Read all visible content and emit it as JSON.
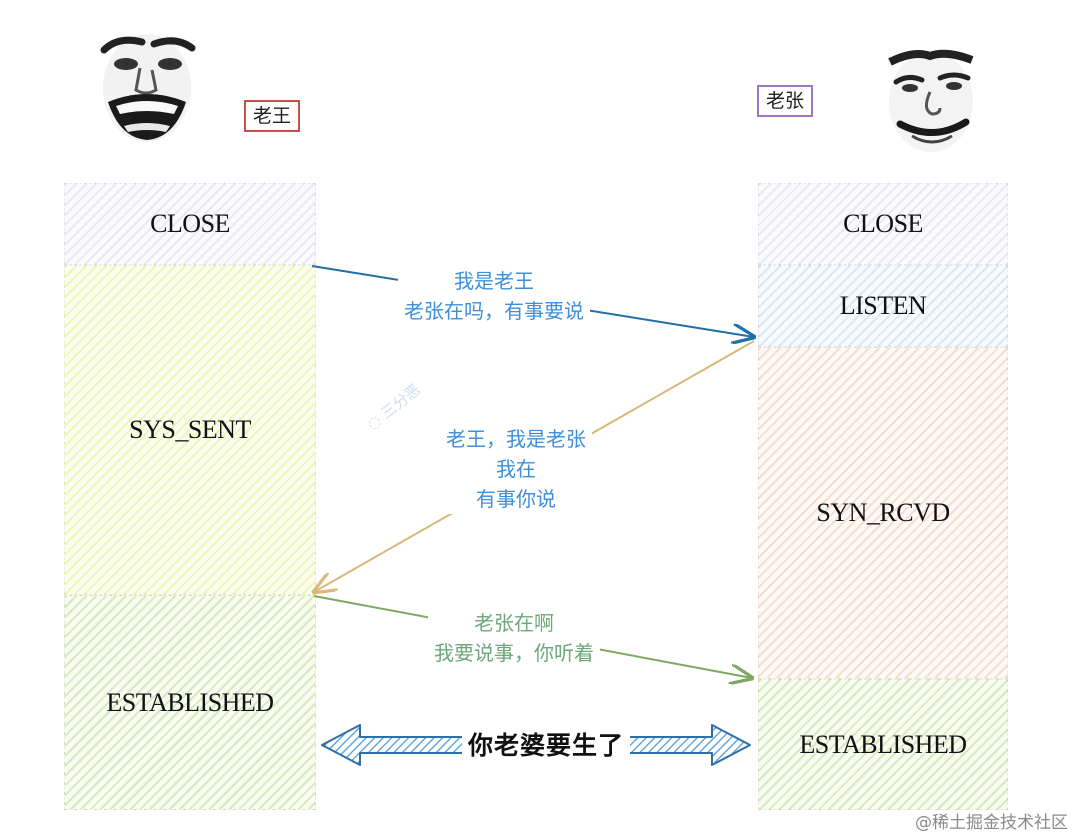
{
  "parties": {
    "left": {
      "name": "老王",
      "face_icon": "grinning-meme-face-icon"
    },
    "right": {
      "name": "老张",
      "face_icon": "smirking-meme-face-icon"
    }
  },
  "states": {
    "left": [
      "CLOSE",
      "SYS_SENT",
      "ESTABLISHED"
    ],
    "right": [
      "CLOSE",
      "LISTEN",
      "SYN_RCVD",
      "ESTABLISHED"
    ]
  },
  "messages": [
    {
      "direction": "left-to-right",
      "lines": [
        "我是老王",
        "老张在吗，有事要说"
      ],
      "color": "#3d8fdb"
    },
    {
      "direction": "right-to-left",
      "lines": [
        "老王，我是老张",
        "我在",
        "有事你说"
      ],
      "color": "#3d8fdb"
    },
    {
      "direction": "left-to-right",
      "lines": [
        "老张在啊",
        "我要说事，你听着"
      ],
      "color": "#6ea77b"
    }
  ],
  "banner": {
    "text": "你老婆要生了",
    "icon": "double-headed-arrow-icon"
  },
  "watermark": "三分恶",
  "footer": "@稀土掘金技术社区",
  "colors": {
    "arrow_blue": "#1f6fa8",
    "arrow_tan": "#d9b878",
    "arrow_green": "#7fa863",
    "tag_red": "#c94f4f",
    "tag_purple": "#a174c4"
  }
}
